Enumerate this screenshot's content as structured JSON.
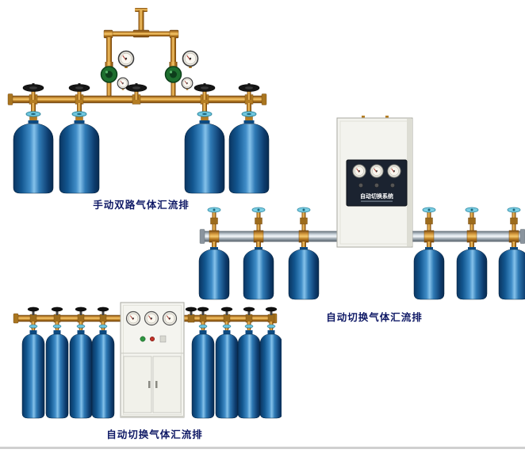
{
  "page": {
    "background": "#ffffff",
    "caption_color": "#101a66"
  },
  "products": [
    {
      "id": "manual-dual-line-manifold",
      "caption": "手动双路气体汇流排",
      "cylinder_count": 4,
      "valve_count": 5,
      "gauge_count": 4
    },
    {
      "id": "auto-switching-manifold-wall-cabinet",
      "caption": "自动切换气体汇流排",
      "cabinet_label": "自动切换系统",
      "cylinder_count": 6
    },
    {
      "id": "auto-switching-manifold-floor-cabinet",
      "caption": "自动切换气体汇流排",
      "cylinder_count": 8,
      "gauge_count": 3
    }
  ],
  "colors": {
    "brass": "#c8882f",
    "cylinder_blue": "#1d66ab",
    "handle_blue": "#6fc6de",
    "steel_rail": "#cfd8e0",
    "cabinet_panel": "#1b2330"
  }
}
